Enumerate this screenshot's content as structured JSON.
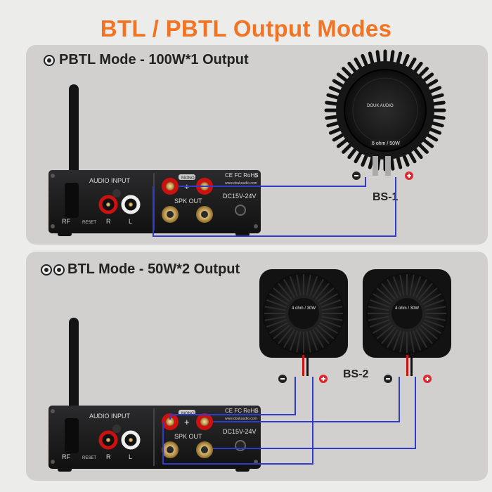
{
  "title": "BTL / PBTL Output Modes",
  "modes": [
    {
      "label": "PBTL Mode - 100W*1 Output",
      "speaker_label": "BS-1",
      "speaker_spec": "6 ohm / 50W"
    },
    {
      "label": "BTL Mode - 50W*2 Output",
      "speaker_label": "BS-2",
      "speaker_spec": "4 ohm / 30W"
    }
  ],
  "amplifier": {
    "audio_input": "AUDIO INPUT",
    "rf": "RF",
    "reset": "RESET",
    "r": "R",
    "l": "L",
    "mono": "MONO",
    "spk_out": "SPK OUT",
    "plus": "+",
    "power": "DC15V-24V",
    "website": "www.doukaudio.com",
    "certs": "CE FC RoHS"
  },
  "speaker_brand": "DOUK AUDIO",
  "colors": {
    "accent": "#f07423",
    "wire": "#2f3bc9",
    "positive": "#e3262c",
    "negative": "#222222"
  }
}
